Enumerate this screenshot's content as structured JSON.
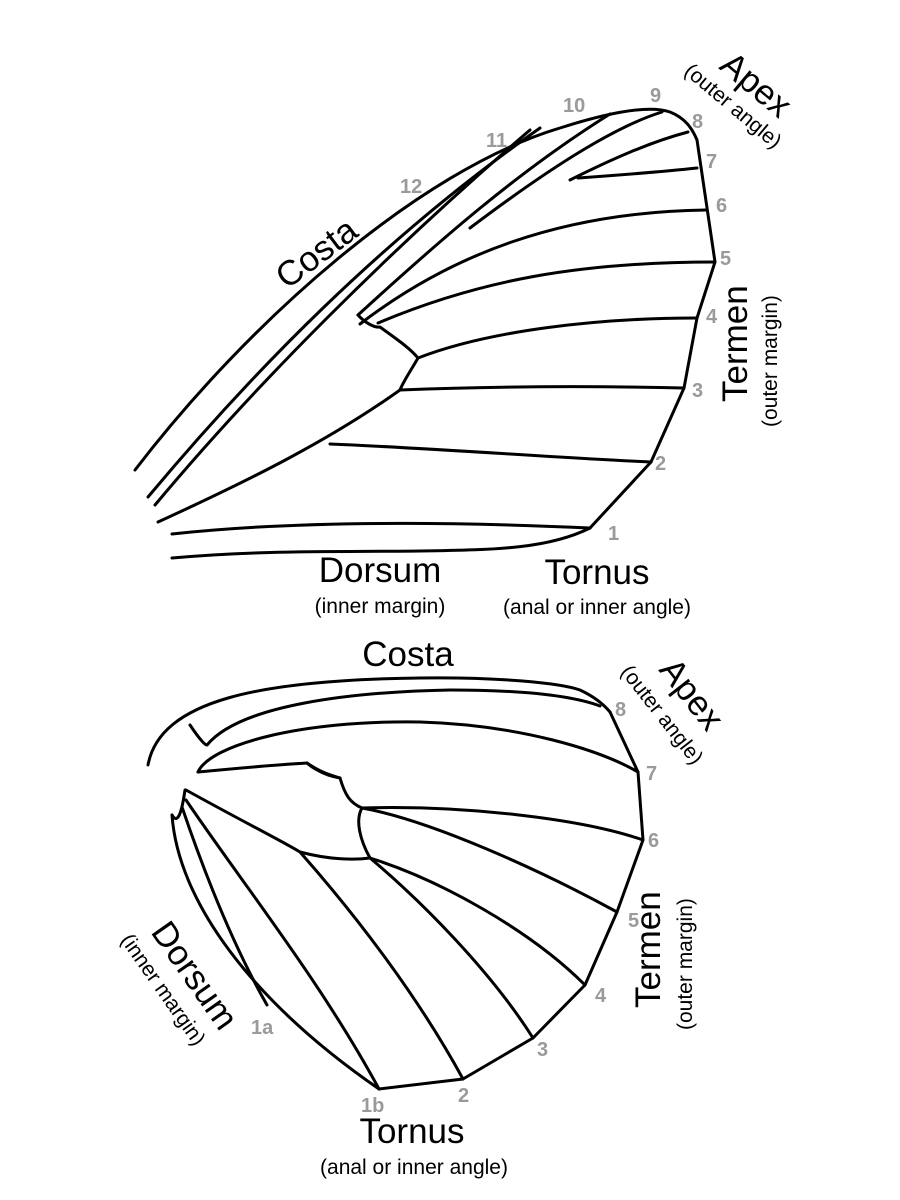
{
  "forewing": {
    "costa": "Costa",
    "apex": "Apex",
    "apex_sub": "(outer angle)",
    "termen": "Termen",
    "termen_sub": "(outer margin)",
    "dorsum": "Dorsum",
    "dorsum_sub": "(inner margin)",
    "tornus": "Tornus",
    "tornus_sub": "(anal or inner angle)",
    "veins": [
      "1",
      "2",
      "3",
      "4",
      "5",
      "6",
      "7",
      "8",
      "9",
      "10",
      "11",
      "12"
    ]
  },
  "hindwing": {
    "costa": "Costa",
    "apex": "Apex",
    "apex_sub": "(outer angle)",
    "termen": "Termen",
    "termen_sub": "(outer margin)",
    "dorsum": "Dorsum",
    "dorsum_sub": "(inner margin)",
    "tornus": "Tornus",
    "tornus_sub": "(anal or inner angle)",
    "veins": [
      "1a",
      "1b",
      "2",
      "3",
      "4",
      "5",
      "6",
      "7",
      "8"
    ]
  }
}
